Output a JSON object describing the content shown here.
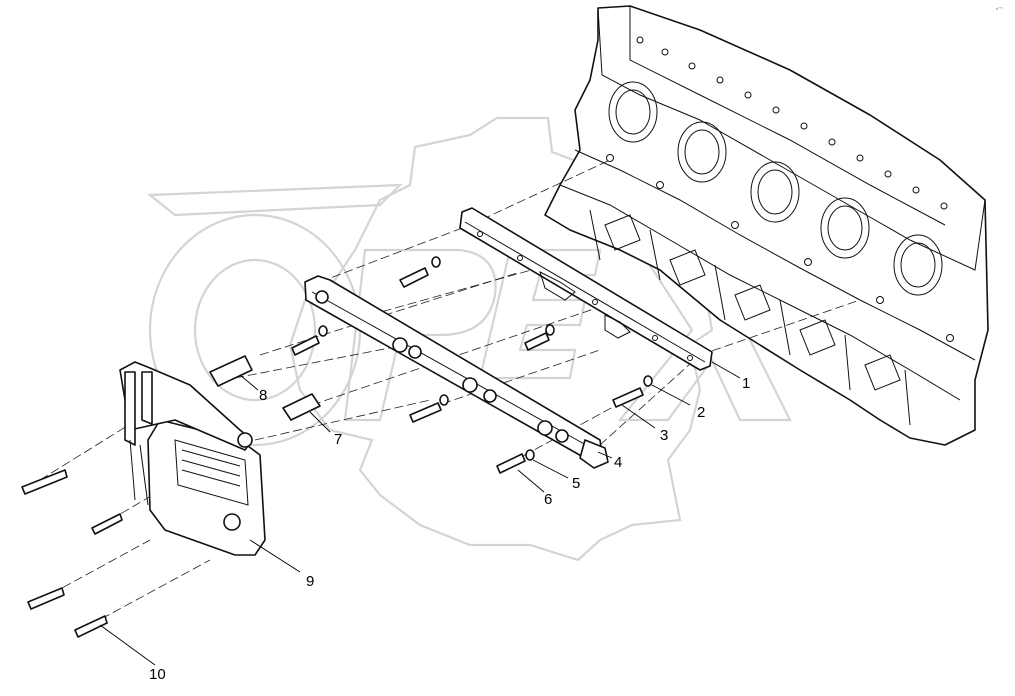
{
  "corner_mark": "s°°°",
  "callouts": [
    {
      "number": "1"
    },
    {
      "number": "2"
    },
    {
      "number": "3"
    },
    {
      "number": "4"
    },
    {
      "number": "5"
    },
    {
      "number": "6"
    },
    {
      "number": "7"
    },
    {
      "number": "8"
    },
    {
      "number": "9"
    },
    {
      "number": "10"
    }
  ],
  "watermark": {
    "text": "OPEX"
  }
}
